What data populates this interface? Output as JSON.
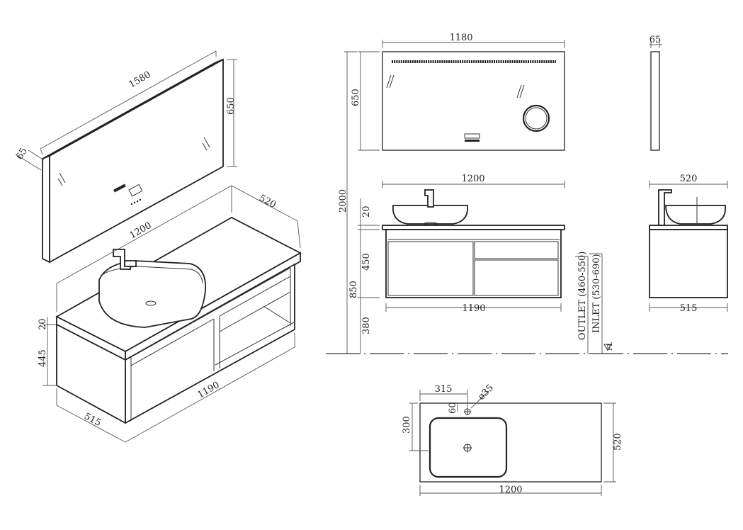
{
  "iso_view": {
    "mirror_width": "1580",
    "mirror_height": "650",
    "mirror_depth": "65",
    "cabinet_depth": "520",
    "top_width": "1200",
    "top_thickness": "20",
    "cabinet_height": "445",
    "cabinet_width": "1190",
    "cabinet_depth_bottom": "515"
  },
  "front_view": {
    "mirror_width": "1180",
    "mirror_height": "650",
    "total_height": "2000",
    "top_width": "1200",
    "top_thickness": "20",
    "cabinet_height": "450",
    "floor_to_top": "850",
    "floor_clearance": "380",
    "cabinet_width": "1190",
    "outlet_label": "OUTLET (460-550)",
    "inlet_label": "INLET (530-690)",
    "floor_label": "FL"
  },
  "side_view": {
    "mirror_depth": "65",
    "top_depth": "520",
    "cabinet_depth": "515"
  },
  "plan_view": {
    "basin_offset": "315",
    "hole_diameter": "ø35",
    "hole_offset": "60",
    "basin_depth": "300",
    "top_depth": "520",
    "top_width": "1200"
  }
}
